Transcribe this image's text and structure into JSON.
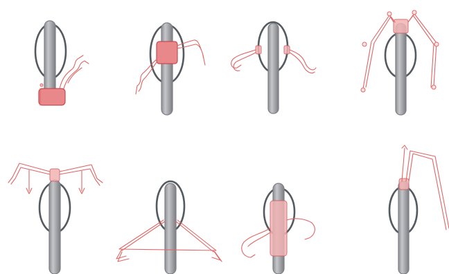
{
  "diagram": {
    "description_visible_text": "",
    "colors": {
      "pole": "#9a9ca0",
      "pole_highlight": "#c4c6c9",
      "ring": "#555a60",
      "accent": "#e06666"
    },
    "panels": [
      {
        "id": "p1",
        "icon": "pole-with-collar-icon"
      },
      {
        "id": "p2",
        "icon": "pole-with-mid-wrap-icon"
      },
      {
        "id": "p3",
        "icon": "pole-with-side-ties-icon"
      },
      {
        "id": "p4",
        "icon": "pole-with-four-guy-lines-icon"
      },
      {
        "id": "p5",
        "icon": "pole-with-crossbar-icon"
      },
      {
        "id": "p6",
        "icon": "pole-with-tripod-lines-icon"
      },
      {
        "id": "p7",
        "icon": "pole-with-long-sleeve-icon"
      },
      {
        "id": "p8",
        "icon": "pole-with-leaning-lines-icon"
      }
    ]
  }
}
